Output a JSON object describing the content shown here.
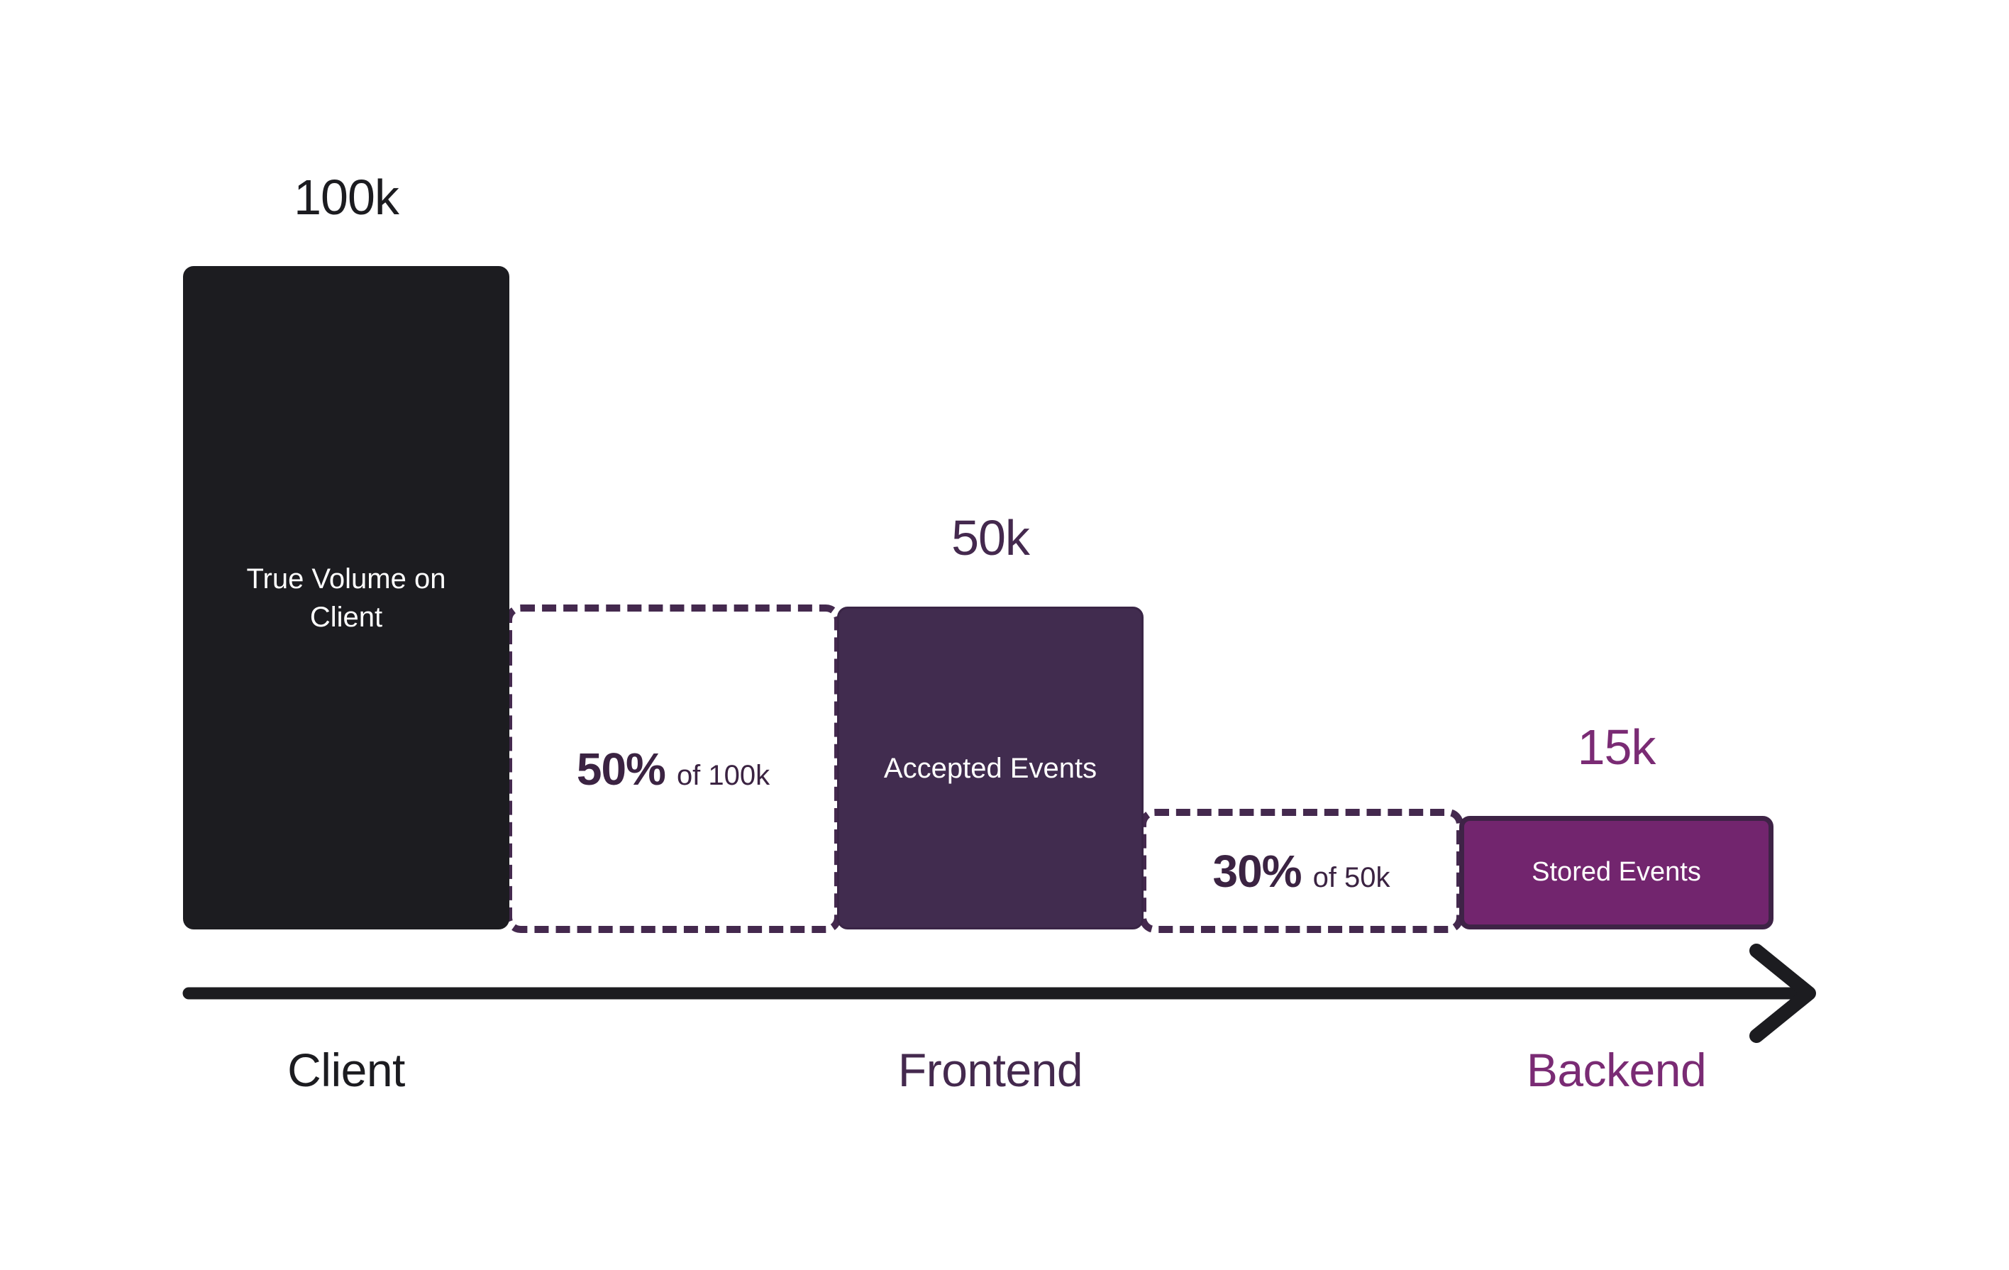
{
  "chart_data": {
    "type": "bar",
    "title": "",
    "subtitle": "",
    "xlabel": "",
    "ylabel": "",
    "grid": false,
    "legend_position": "none",
    "categories": [
      "Client",
      "Frontend",
      "Backend"
    ],
    "values": [
      100000,
      50000,
      15000
    ],
    "value_labels": [
      "100k",
      "50k",
      "15k"
    ],
    "bar_labels": [
      "True Volume on Client",
      "Accepted Events",
      "Stored Events"
    ],
    "drop_offs": [
      {
        "percent": "50%",
        "of": "of 100k",
        "from": "Client",
        "to": "Frontend"
      },
      {
        "percent": "30%",
        "of": "of 50k",
        "from": "Frontend",
        "to": "Backend"
      }
    ],
    "colors": {
      "client_bar": "#1C1C20",
      "frontend_bar": "#412C4F",
      "backend_bar": "#72256E",
      "dashed_border": "#44294E",
      "axis": "#1C1C20",
      "client_text": "#1C1C20",
      "frontend_text": "#44294E",
      "backend_text": "#7A2B74",
      "background": "#FFFFFF"
    }
  },
  "bars": {
    "client": {
      "value_label": "100k",
      "inner_label": "True Volume on Client"
    },
    "frontend": {
      "value_label": "50k",
      "inner_label": "Accepted Events"
    },
    "backend": {
      "value_label": "15k",
      "inner_label": "Stored Events"
    }
  },
  "dropoffs": {
    "first": {
      "percent": "50%",
      "of_label": "of 100k"
    },
    "second": {
      "percent": "30%",
      "of_label": "of 50k"
    }
  },
  "axis": {
    "labels": {
      "client": "Client",
      "frontend": "Frontend",
      "backend": "Backend"
    },
    "arrow_icon": "right-arrow-icon"
  }
}
